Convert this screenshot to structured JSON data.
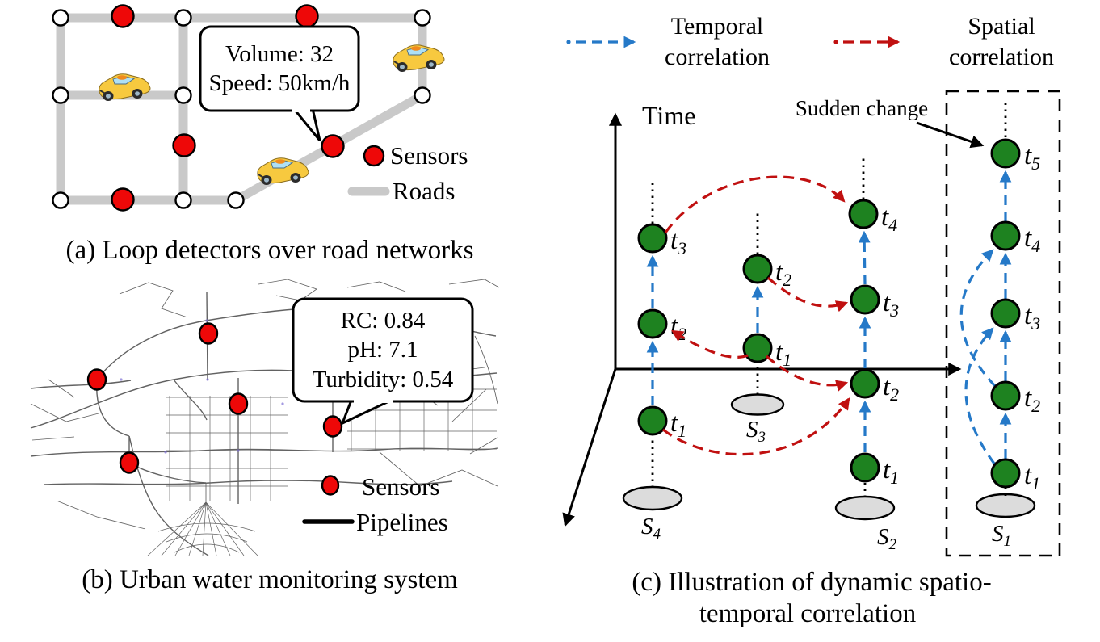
{
  "colors": {
    "sensor_red": "#ee0808",
    "node_green": "#1e8220",
    "road_gray": "#c9c9c9",
    "temporal_blue": "#2579c8",
    "spatial_red": "#c01010",
    "base_gray": "#dcdcdc"
  },
  "panel_a": {
    "caption": "(a) Loop detectors over road networks",
    "callout": {
      "line1": "Volume: 32",
      "line2": "Speed: 50km/h"
    },
    "legend": {
      "sensors": "Sensors",
      "roads": "Roads"
    }
  },
  "panel_b": {
    "caption": "(b) Urban water monitoring system",
    "callout": {
      "line1": "RC: 0.84",
      "line2": "pH: 7.1",
      "line3": "Turbidity: 0.54"
    },
    "legend": {
      "sensors": "Sensors",
      "pipelines": "Pipelines"
    }
  },
  "panel_c": {
    "caption_line1": "(c) Illustration of dynamic spatio-",
    "caption_line2": "temporal correlation",
    "legend": {
      "temporal_line1": "Temporal",
      "temporal_line2": "correlation",
      "spatial_line1": "Spatial",
      "spatial_line2": "correlation"
    },
    "time_axis_label": "Time",
    "sudden_change_label": "Sudden change",
    "columns": [
      {
        "name": "S4",
        "label": {
          "var": "S",
          "sub": "4"
        },
        "nodes": [
          {
            "var": "t",
            "sub": "1"
          },
          {
            "var": "t",
            "sub": "2"
          },
          {
            "var": "t",
            "sub": "3"
          }
        ]
      },
      {
        "name": "S3",
        "label": {
          "var": "S",
          "sub": "3"
        },
        "nodes": [
          {
            "var": "t",
            "sub": "1"
          },
          {
            "var": "t",
            "sub": "2"
          }
        ]
      },
      {
        "name": "S2",
        "label": {
          "var": "S",
          "sub": "2"
        },
        "nodes": [
          {
            "var": "t",
            "sub": "1"
          },
          {
            "var": "t",
            "sub": "2"
          },
          {
            "var": "t",
            "sub": "3"
          },
          {
            "var": "t",
            "sub": "4"
          }
        ]
      },
      {
        "name": "S1",
        "label": {
          "var": "S",
          "sub": "1"
        },
        "nodes": [
          {
            "var": "t",
            "sub": "1"
          },
          {
            "var": "t",
            "sub": "2"
          },
          {
            "var": "t",
            "sub": "3"
          },
          {
            "var": "t",
            "sub": "4"
          },
          {
            "var": "t",
            "sub": "5"
          }
        ]
      }
    ]
  }
}
